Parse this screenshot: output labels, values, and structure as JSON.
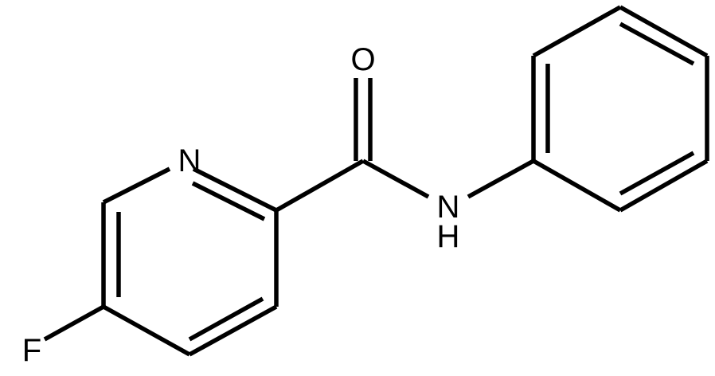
{
  "molecule": {
    "atoms": {
      "fluorine": "F",
      "pyridine_nitrogen": "N",
      "carbonyl_oxygen": "O",
      "amide_nitrogen": "N",
      "amide_hydrogen": "H"
    }
  },
  "colors": {
    "bond": "#000000",
    "label": "#000000",
    "background": "#ffffff"
  }
}
